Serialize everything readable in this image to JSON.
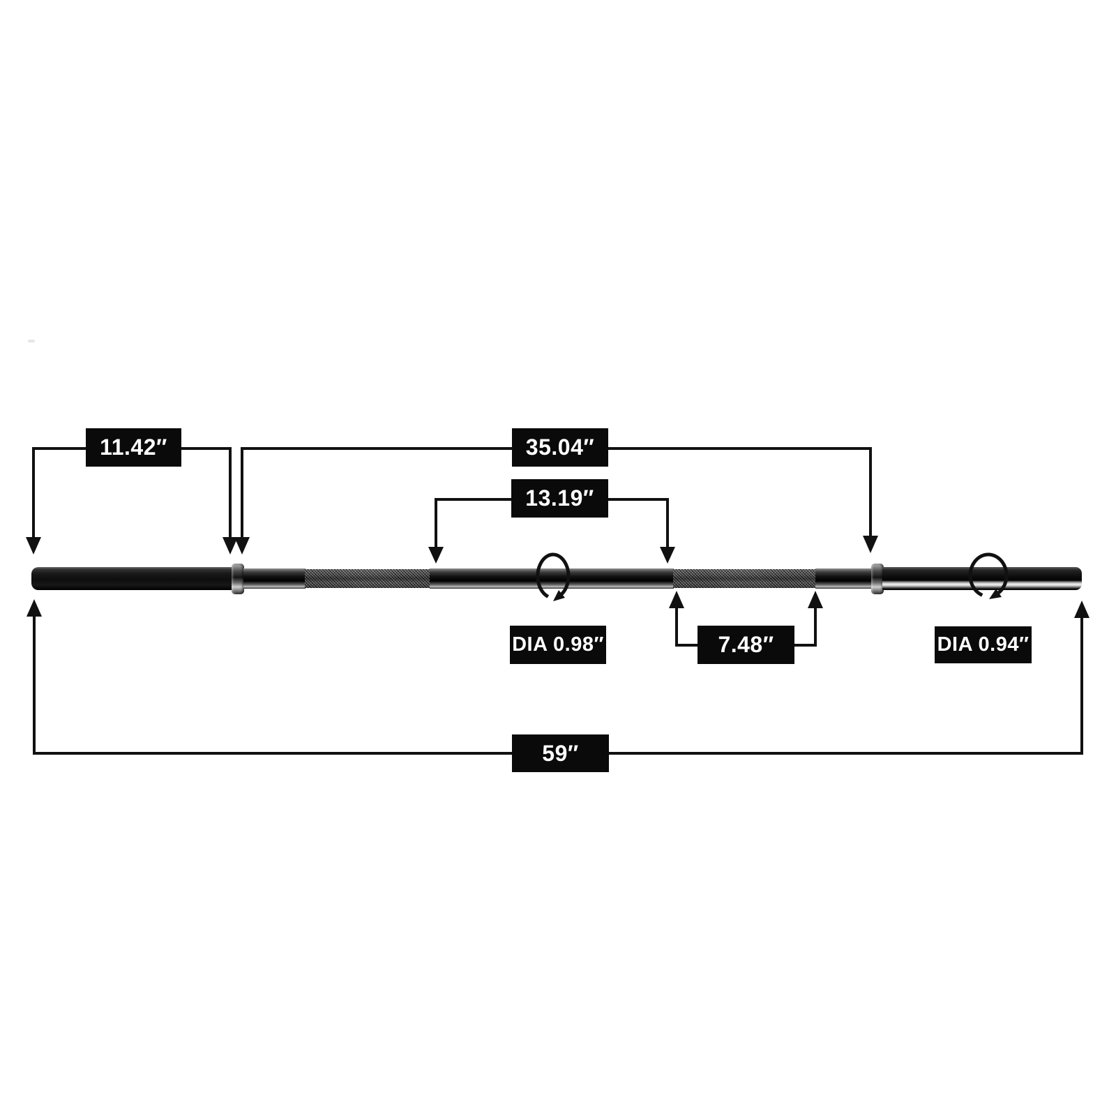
{
  "page": {
    "background": "#ffffff"
  },
  "diagram": {
    "colors": {
      "line": "#111111",
      "label_background": "#0a0a0a",
      "label_text": "#ffffff"
    },
    "dimensions": {
      "left_sleeve_length": "11.42″",
      "shaft_span": "35.04″",
      "center_grip_span": "13.19″",
      "center_diameter": "DIA 0.98″",
      "right_knurl_length": "7.48″",
      "sleeve_diameter": "DIA 0.94″",
      "total_length": "59″"
    },
    "icons": {
      "rotation_left": "rotation-arrow",
      "rotation_right": "rotation-arrow"
    }
  }
}
